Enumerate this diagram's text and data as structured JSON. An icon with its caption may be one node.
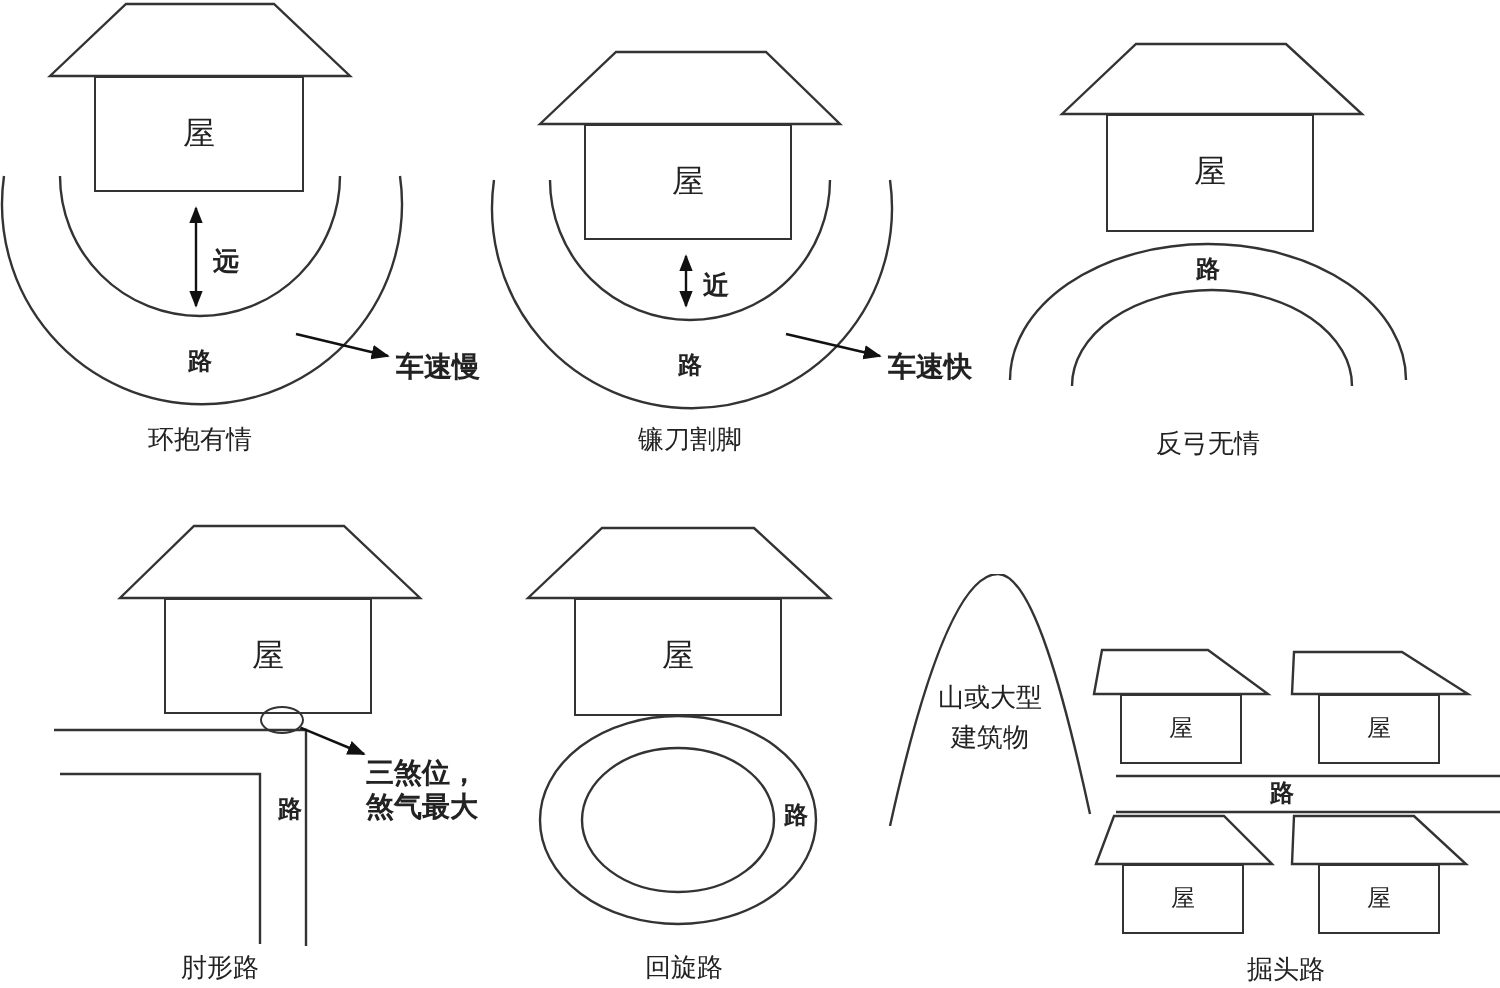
{
  "diagram": {
    "nodes": [
      {
        "text": [
          "屋"
        ]
      },
      {
        "text": [
          "车速慢"
        ]
      },
      {
        "text": [
          "屋"
        ]
      },
      {
        "text": [
          "车速快"
        ]
      },
      {
        "text": [
          "屋"
        ]
      },
      {
        "text": [
          "屋"
        ]
      },
      {
        "text": [],
        "shape": "circle"
      },
      {
        "text": [
          "三煞位，煞气最大"
        ]
      },
      {
        "text": [
          "屋"
        ]
      },
      {
        "text": [
          "山或大型建筑物"
        ]
      },
      {
        "text": [
          "屋"
        ]
      },
      {
        "text": [
          "屋"
        ]
      },
      {
        "text": [
          "屋"
        ]
      },
      {
        "text": [
          "屋"
        ]
      }
    ],
    "edges": [
      {
        "from": null,
        "to": 1,
        "arrow": "to"
      },
      {
        "from": null,
        "to": 3,
        "arrow": "to"
      },
      {
        "from": 6,
        "to": 7,
        "arrow": "to"
      }
    ],
    "labels": [
      "远",
      "路",
      "环抱有情",
      "近",
      "路",
      "镰刀割脚",
      "路",
      "反弓无情",
      "路",
      "肘形路",
      "路",
      "回旋路",
      "路",
      "掘头路"
    ]
  }
}
